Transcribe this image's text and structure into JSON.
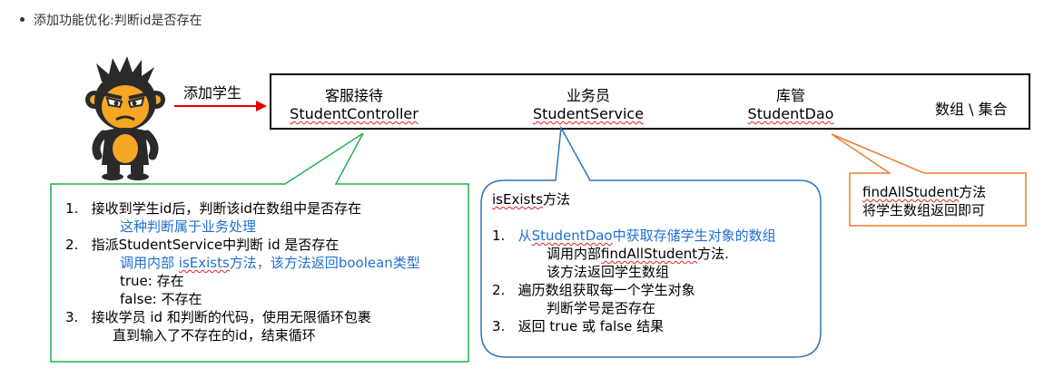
{
  "heading": "添加功能优化:判断id是否存在",
  "arrow_label": "添加学生",
  "roles": [
    {
      "cn": "客服接待",
      "en": "StudentController"
    },
    {
      "cn": "业务员",
      "en": "StudentService"
    },
    {
      "cn": "库管",
      "en": "StudentDao"
    }
  ],
  "array_label": "数组 \\ 集合",
  "controller_box": {
    "lines": [
      {
        "num": "1.",
        "text_a": "接收到学生",
        "text_b": "id",
        "text_c": "后，判断该",
        "text_d": "id",
        "text_e": "在数组中是否存在"
      },
      {
        "sub": "这种判断属于业务处理"
      },
      {
        "num": "2.",
        "text_a": "指派",
        "text_b": "StudentService",
        "text_c": "中判断  id  是否存在"
      },
      {
        "sub_a": "调用内部 ",
        "sub_b": "isExists",
        "sub_c": "方法，该方法返回",
        "sub_d": "boolean",
        "sub_e": "类型"
      },
      {
        "plain": "true: 存在"
      },
      {
        "plain": "false: 不存在"
      },
      {
        "num": "3.",
        "text": "接收学员  id  和判断的代码，使用无限循环包裹"
      },
      {
        "plain": "直到输入了不存在的id，结束循环"
      }
    ]
  },
  "service_box": {
    "title_a": "isExists",
    "title_b": "方法",
    "l1_num": "1.",
    "l1_a": "从",
    "l1_b": "StudentDao",
    "l1_c": "中获取存储学生对象的数组",
    "l1_sub1_a": "调用内部",
    "l1_sub1_b": "findAllStudent",
    "l1_sub1_c": "方法.",
    "l1_sub2": "该方法返回学生数组",
    "l2_num": "2.",
    "l2": "遍历数组获取每一个学生对象",
    "l2_sub": "判断学号是否存在",
    "l3_num": "3.",
    "l3": "返回  true  或  false  结果"
  },
  "dao_box": {
    "l1_a": "findAllStudent",
    "l1_b": "方法",
    "l2": "将学生数组返回即可"
  },
  "colors": {
    "green": "#22b14c",
    "blue": "#2e75b6",
    "orange": "#ed7d31",
    "red_arrow": "#e00000",
    "link_blue": "#1f6fd1"
  }
}
